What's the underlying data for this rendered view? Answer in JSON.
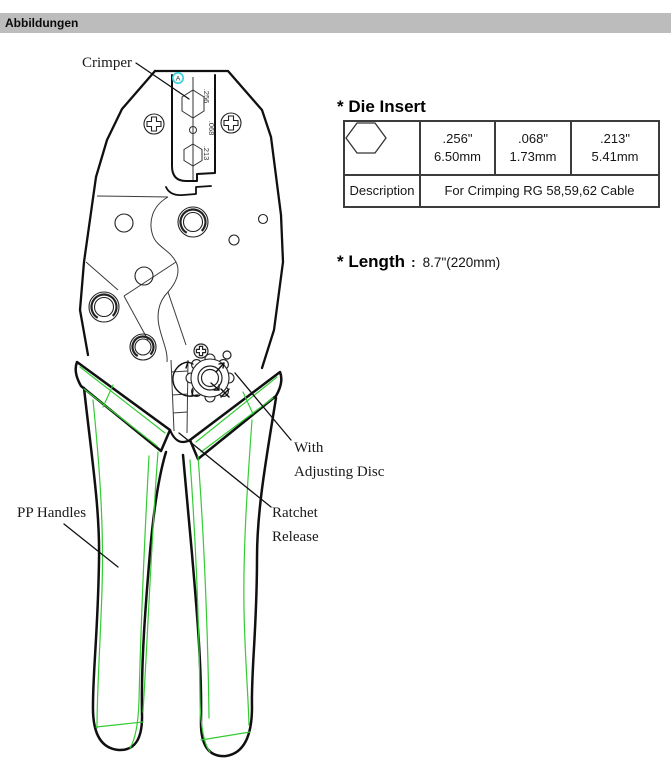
{
  "header": {
    "title": "Abbildungen"
  },
  "diagram": {
    "labels": {
      "crimper": "Crimper",
      "pp_handles": "PP Handles",
      "adjusting_line1": "With",
      "adjusting_line2": "Adjusting Disc",
      "ratchet_line1": "Ratchet",
      "ratchet_line2": "Release",
      "marker_a": "A"
    },
    "die_markings": {
      "top": ".256",
      "mid": ".068",
      "bottom": ".213"
    },
    "colors": {
      "handle_accent": "#33cc33",
      "marker_ring": "#35d0dc"
    }
  },
  "specs": {
    "die_insert": {
      "heading": "* Die Insert",
      "table": {
        "sizes": [
          {
            "inch": ".256\"",
            "mm": "6.50mm"
          },
          {
            "inch": ".068\"",
            "mm": "1.73mm"
          },
          {
            "inch": ".213\"",
            "mm": "5.41mm"
          }
        ],
        "row2_label": "Description",
        "row2_value": "For Crimping RG 58,59,62 Cable"
      }
    },
    "length": {
      "label": "* Length",
      "separator": ":",
      "value": "8.7\"(220mm)"
    }
  }
}
